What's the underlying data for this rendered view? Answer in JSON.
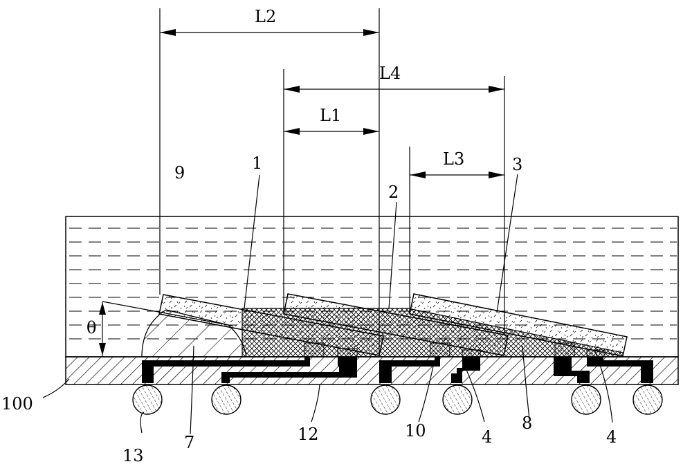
{
  "diagram": {
    "dimensions": [
      {
        "id": "L2",
        "label": "L2"
      },
      {
        "id": "L4",
        "label": "L4"
      },
      {
        "id": "L1",
        "label": "L1"
      },
      {
        "id": "L3",
        "label": "L3"
      }
    ],
    "angle_label": "θ",
    "parts": [
      {
        "id": "9",
        "label": "9"
      },
      {
        "id": "1",
        "label": "1"
      },
      {
        "id": "2",
        "label": "2"
      },
      {
        "id": "3",
        "label": "3"
      },
      {
        "id": "100",
        "label": "100"
      },
      {
        "id": "13",
        "label": "13"
      },
      {
        "id": "7",
        "label": "7"
      },
      {
        "id": "12",
        "label": "12"
      },
      {
        "id": "10",
        "label": "10"
      },
      {
        "id": "4a",
        "label": "4"
      },
      {
        "id": "8",
        "label": "8"
      },
      {
        "id": "4b",
        "label": "4"
      }
    ],
    "colors": {
      "line": "#000000",
      "background": "#ffffff"
    }
  }
}
